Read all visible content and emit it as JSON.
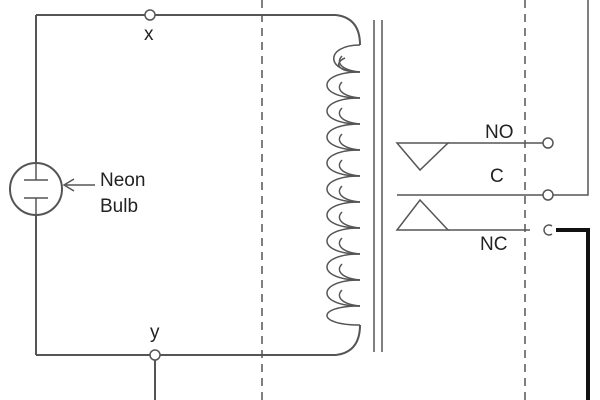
{
  "labels": {
    "node_x": "x",
    "node_y": "y",
    "bulb_line1": "Neon",
    "bulb_line2": "Bulb",
    "contact_no": "NO",
    "contact_c": "C",
    "contact_nc": "NC"
  },
  "colors": {
    "wire": "#555555",
    "heavy_wire": "#111111",
    "text": "#222222"
  }
}
